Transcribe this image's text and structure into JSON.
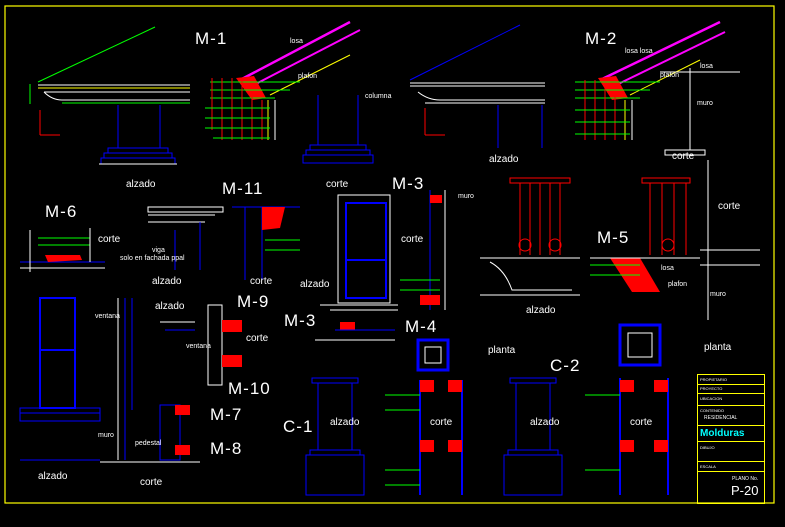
{
  "detail_titles": {
    "m1": "M-1",
    "m2": "M-2",
    "m3a": "M-3",
    "m3b": "M-3",
    "m4": "M-4",
    "m5": "M-5",
    "m6": "M-6",
    "m7": "M-7",
    "m8": "M-8",
    "m9": "M-9",
    "m10": "M-10",
    "m11": "M-11",
    "c1": "C-1",
    "c2": "C-2"
  },
  "view_labels": {
    "alzado_1": "alzado",
    "corte_1": "corte",
    "alzado_2": "alzado",
    "corte_2": "corte",
    "corte_m6": "corte",
    "alzado_m6": "alzado",
    "corte_m11": "corte",
    "alzado_m3": "alzado",
    "corte_m3": "corte",
    "alzado_m5": "alzado",
    "corte_m5": "corte",
    "alzado_m7": "alzado",
    "corte_m9": "corte",
    "alzado_bl": "alzado",
    "corte_bl": "corte",
    "alzado_c1": "alzado",
    "corte_c1": "corte",
    "planta_m4": "planta",
    "alzado_c2": "alzado",
    "corte_c2": "corte",
    "planta_c2": "planta"
  },
  "notes": {
    "losa_1": "losa",
    "plafon_1": "plafon",
    "columna_1": "columna",
    "losa_2a": "losa losa",
    "losa_2b": "losa",
    "plafon_2": "plafon",
    "muro_2": "muro",
    "muro_m3": "muro",
    "losa_m5": "losa",
    "plafon_m5": "plafon",
    "muro_m5": "muro",
    "viga_m6": "viga",
    "vigaspec_m6": "solo en fachada ppal",
    "ventana_1": "ventana",
    "ventana_2": "ventana",
    "muro_bl": "muro",
    "pedestal": "pedestal"
  },
  "title_block": {
    "rows": [
      "PROPIETARIO",
      "PROYECTO",
      "UBICACION",
      "CONTENIDO",
      "DIBUJO",
      "ESCALA"
    ],
    "project": "RESIDENCIAL",
    "content": "Molduras",
    "sheet_label": "PLANO No.",
    "sheet_number": "P-20"
  },
  "colors": {
    "background": "#000000",
    "frame": "#ffff00",
    "outline": "#ffffff",
    "structure_blue": "#0000ff",
    "dimension_green": "#00ff00",
    "hatch_red": "#ff0000",
    "accent_magenta": "#ff00ff",
    "cyan": "#00ffff"
  }
}
